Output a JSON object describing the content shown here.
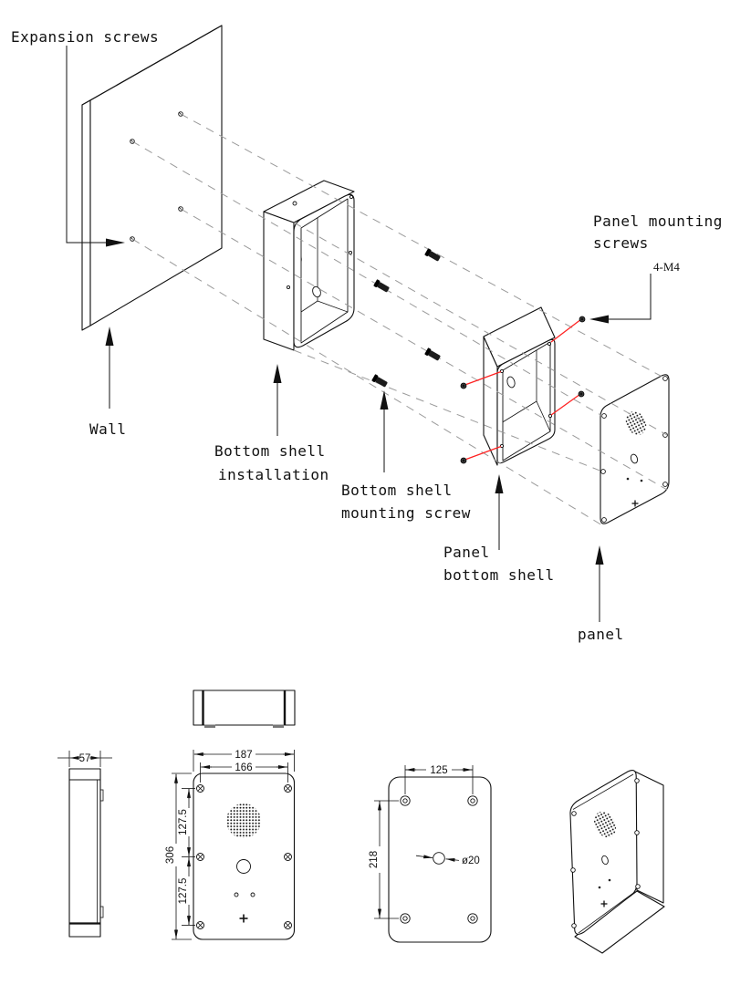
{
  "exploded_view": {
    "labels": {
      "expansion_screws": "Expansion screws",
      "wall": "Wall",
      "bottom_shell_installation": [
        "Bottom shell",
        "installation"
      ],
      "bottom_shell_mounting_screw": [
        "Bottom shell",
        "mounting screw"
      ],
      "panel_mounting_screws": [
        "Panel mounting",
        "screws"
      ],
      "screw_spec": "4-M4",
      "panel_bottom_shell": [
        "Panel",
        "bottom shell"
      ],
      "panel": "panel"
    },
    "colors": {
      "outline": "#111111",
      "guide_dashed": "#9a9a9a",
      "highlight_red": "#ff2222"
    }
  },
  "dimension_drawings": {
    "side_view": {
      "width_mm": "57"
    },
    "front_view": {
      "outer_width_mm": "187",
      "hole_span_width_mm": "166",
      "height_mm": "306",
      "upper_hole_spacing_mm": "127.5",
      "lower_hole_spacing_mm": "127.5"
    },
    "back_view": {
      "hole_span_width_mm": "125",
      "hole_span_height_mm": "218",
      "center_hole_diameter": "ø20"
    }
  }
}
